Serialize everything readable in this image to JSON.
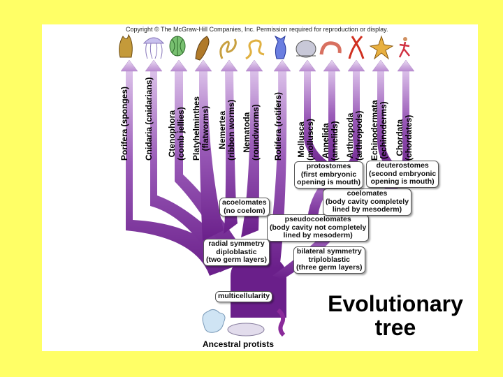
{
  "copyright": "Copyright © The McGraw-Hill Companies, Inc. Permission required for reproduction or display.",
  "title": "Evolutionary\ntree",
  "root_label": "Ancestral protists",
  "phyla": [
    {
      "name": "Porifera (sponges)"
    },
    {
      "name": "Cnidaria (cnidarians)"
    },
    {
      "name": "Ctenophora\n(comb jellies)"
    },
    {
      "name": "Platyhelminthes\n(flatworms)"
    },
    {
      "name": "Nemertea\n(ribbon worms)"
    },
    {
      "name": "Nematoda\n(roundworms)"
    },
    {
      "name": "Rotifera (rotifers)"
    },
    {
      "name": "Mollusca\n(molluscs)"
    },
    {
      "name": "Annelida\n(annelids)"
    },
    {
      "name": "Arthropoda\n(arthropods)"
    },
    {
      "name": "Echinodermata\n(echinoderms)"
    },
    {
      "name": "Chordata\n(chordates)"
    }
  ],
  "nodes": {
    "multicellularity": "multicellularity",
    "radial": "radial symmetry\ndiploblastic\n(two germ layers)",
    "bilateral": "bilateral symmetry\ntriploblastic\n(three germ layers)",
    "acoelomates": "acoelomates\n(no coelom)",
    "pseudocoelomates": "pseudocoelomates\n(body cavity not completely\nlined by mesoderm)",
    "coelomates": "coelomates\n(body cavity completely\nlined by mesoderm)",
    "protostomes": "protostomes\n(first embryonic\nopening is mouth)",
    "deuterostomes": "deuterostomes\n(second embryonic\nopening is mouth)"
  },
  "colors": {
    "background": "#ffff66",
    "branch_dark": "#6a1f8a",
    "branch_light": "#d6b6e6"
  },
  "icons": [
    "sponge-icon",
    "jellyfish-icon",
    "comb-jelly-icon",
    "flatworm-icon",
    "ribbon-worm-icon",
    "roundworm-icon",
    "rotifer-icon",
    "snail-icon",
    "earthworm-icon",
    "lobster-icon",
    "starfish-icon",
    "runner-icon",
    "amoeba-icon",
    "paramecium-icon",
    "euglena-icon"
  ]
}
